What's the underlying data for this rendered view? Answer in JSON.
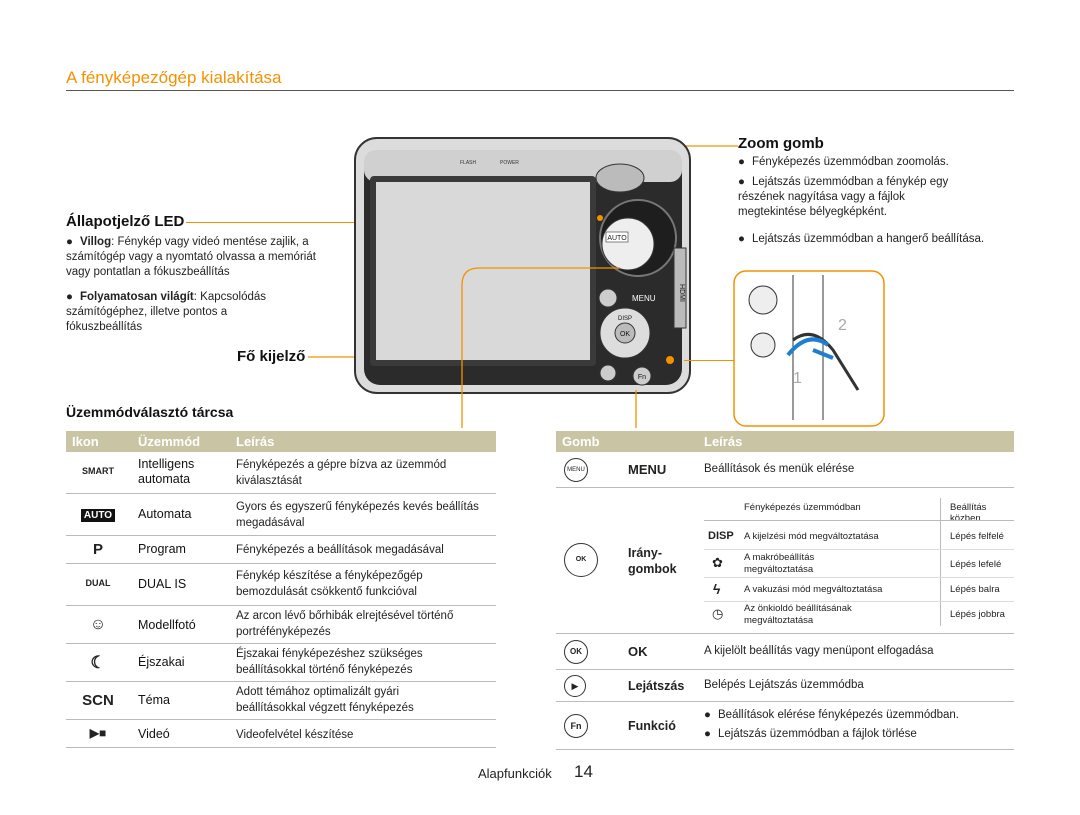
{
  "page": {
    "title": "A fényképezőgép kialakítása",
    "footer_label": "Alapfunkciók",
    "footer_page": "14"
  },
  "callouts": {
    "status_led": {
      "title": "Állapotjelző LED",
      "items": [
        {
          "bold": "Villog",
          "text": ": Fénykép vagy videó mentése zajlik, a számítógép vagy a nyomtató olvassa a memóriát vagy pontatlan a fókuszbeállítás"
        },
        {
          "bold": "Folyamatosan világít",
          "text": ": Kapcsolódás számítógéphez, illetve pontos a fókuszbeállítás"
        }
      ]
    },
    "main_display": {
      "title": "Fő kijelző"
    },
    "mode_dial": {
      "title": "Üzemmódválasztó tárcsa"
    },
    "zoom": {
      "title": "Zoom gomb",
      "items": [
        "Fényképezés üzemmódban zoomolás.",
        "Lejátszás üzemmódban a fénykép egy részének nagyítása vagy a fájlok megtekintése bélyegképként.",
        "Lejátszás üzemmódban a hangerő beállítása."
      ]
    },
    "strap_steps": [
      "2",
      "1"
    ]
  },
  "camera_labels": {
    "menu": "MENU",
    "disp": "DISP",
    "ok": "OK",
    "fn": "Fn",
    "auto": "AUTO",
    "hdmi": "HDMI",
    "flash": "FLASH",
    "power": "POWER"
  },
  "mode_table": {
    "headers": {
      "icon": "Ikon",
      "mode": "Üzemmód",
      "desc": "Leírás"
    },
    "rows": [
      {
        "icon": "SMART",
        "icon_name": "smart-auto-icon",
        "mode": "Intelligens automata",
        "desc": "Fényképezés a gépre bízva az üzemmód kiválasztását"
      },
      {
        "icon": "AUTO",
        "icon_name": "auto-icon",
        "mode": "Automata",
        "desc": "Gyors és egyszerű fényképezés kevés beállítás megadásával"
      },
      {
        "icon": "P",
        "icon_name": "program-icon",
        "mode": "Program",
        "desc": "Fényképezés a beállítások megadásával"
      },
      {
        "icon": "DUAL",
        "icon_name": "dual-is-icon",
        "mode": "DUAL IS",
        "desc": "Fénykép készítése a fényképezőgép bemozdulását csökkentő funkcióval"
      },
      {
        "icon": "☺",
        "icon_name": "beauty-shot-icon",
        "mode": "Modellfotó",
        "desc": "Az arcon lévő bőrhibák elrejtésével történő portréfényképezés"
      },
      {
        "icon": "☾",
        "icon_name": "night-icon",
        "mode": "Éjszakai",
        "desc": "Éjszakai fényképezéshez szükséges beállításokkal történő fényképezés"
      },
      {
        "icon": "SCN",
        "icon_name": "scene-icon",
        "mode": "Téma",
        "desc": "Adott témához optimalizált gyári beállításokkal végzett fényképezés"
      },
      {
        "icon": "▶■",
        "icon_name": "movie-icon",
        "mode": "Videó",
        "desc": "Videofelvétel készítése"
      }
    ]
  },
  "button_table": {
    "headers": {
      "button": "Gomb",
      "desc": "Leírás"
    },
    "menu": {
      "icon": "MENU",
      "label": "MENU",
      "desc": "Beállítások és menük elérése"
    },
    "nav": {
      "label": "Irány-gombok",
      "sub_headers": [
        "Fényképezés üzemmódban",
        "Beállítás közben"
      ],
      "rows": [
        {
          "key": "DISP",
          "key_name": "disp-key-icon",
          "photo": "A kijelzési mód megváltoztatása",
          "setting": "Lépés felfelé"
        },
        {
          "key": "✿",
          "key_name": "macro-icon",
          "photo": "A makróbeállítás megváltoztatása",
          "setting": "Lépés lefelé"
        },
        {
          "key": "ϟ",
          "key_name": "flash-icon",
          "photo": "A vakuzási mód megváltoztatása",
          "setting": "Lépés balra"
        },
        {
          "key": "◷",
          "key_name": "timer-icon",
          "photo": "Az önkioldó beállításának megváltoztatása",
          "setting": "Lépés jobbra"
        }
      ]
    },
    "ok": {
      "icon": "OK",
      "label": "OK",
      "desc": "A kijelölt beállítás vagy menüpont elfogadása"
    },
    "play": {
      "icon": "▶",
      "label": "Lejátszás",
      "desc": "Belépés Lejátszás üzemmódba"
    },
    "fn": {
      "icon": "Fn",
      "label": "Funkció",
      "items": [
        "Beállítások elérése fényképezés üzemmódban.",
        "Lejátszás üzemmódban a fájlok törlése"
      ]
    }
  },
  "colors": {
    "accent": "#f39200",
    "header_bg": "#c8c4a4",
    "rule": "#bbbbbb"
  }
}
